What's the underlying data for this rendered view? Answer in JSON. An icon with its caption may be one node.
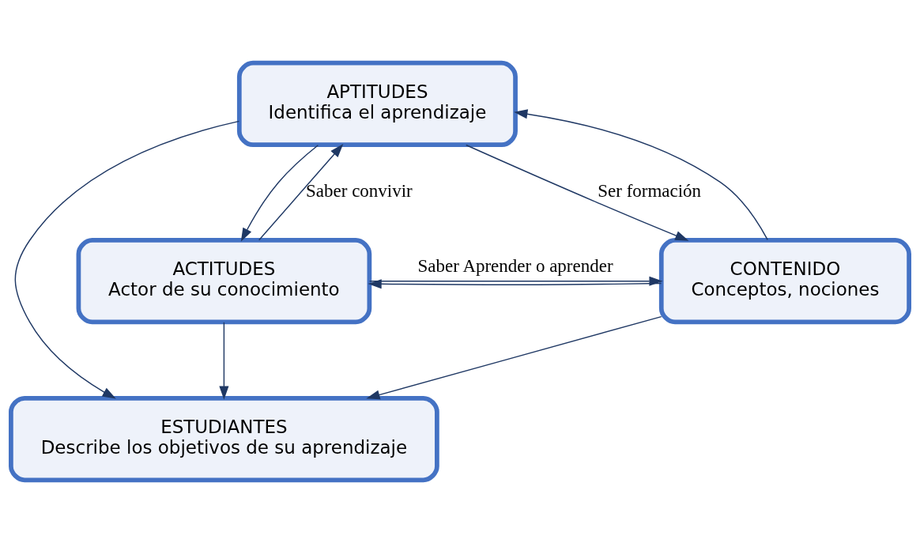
{
  "diagram": {
    "nodes": [
      {
        "text": [
          "APTITUDES",
          "Identifica el aprendizaje"
        ]
      },
      {
        "text": [
          "ESTUDIANTES",
          "Describe los objetivos de su aprendizaje"
        ]
      },
      {
        "text": [
          "ACTITUDES",
          "Actor de su conocimiento"
        ]
      },
      {
        "text": [
          "CONTENIDO",
          "Conceptos, nociones"
        ]
      }
    ],
    "edges": [
      {
        "from": 2,
        "to": 0,
        "arrow": "to",
        "label": "Saber convivir"
      },
      {
        "from": 0,
        "to": 2,
        "arrow": "to"
      },
      {
        "from": 0,
        "to": 3,
        "arrow": "to",
        "label": "Ser formación"
      },
      {
        "from": 3,
        "to": 0,
        "arrow": "to"
      },
      {
        "from": 0,
        "to": 1,
        "arrow": "to"
      },
      {
        "from": 2,
        "to": 1,
        "arrow": "to"
      },
      {
        "from": 3,
        "to": 1,
        "arrow": "to"
      },
      {
        "from": 3,
        "to": 2,
        "arrow": "to"
      },
      {
        "from": 2,
        "to": 3,
        "arrow": "to",
        "label": "Saber Aprender o aprender"
      }
    ]
  }
}
